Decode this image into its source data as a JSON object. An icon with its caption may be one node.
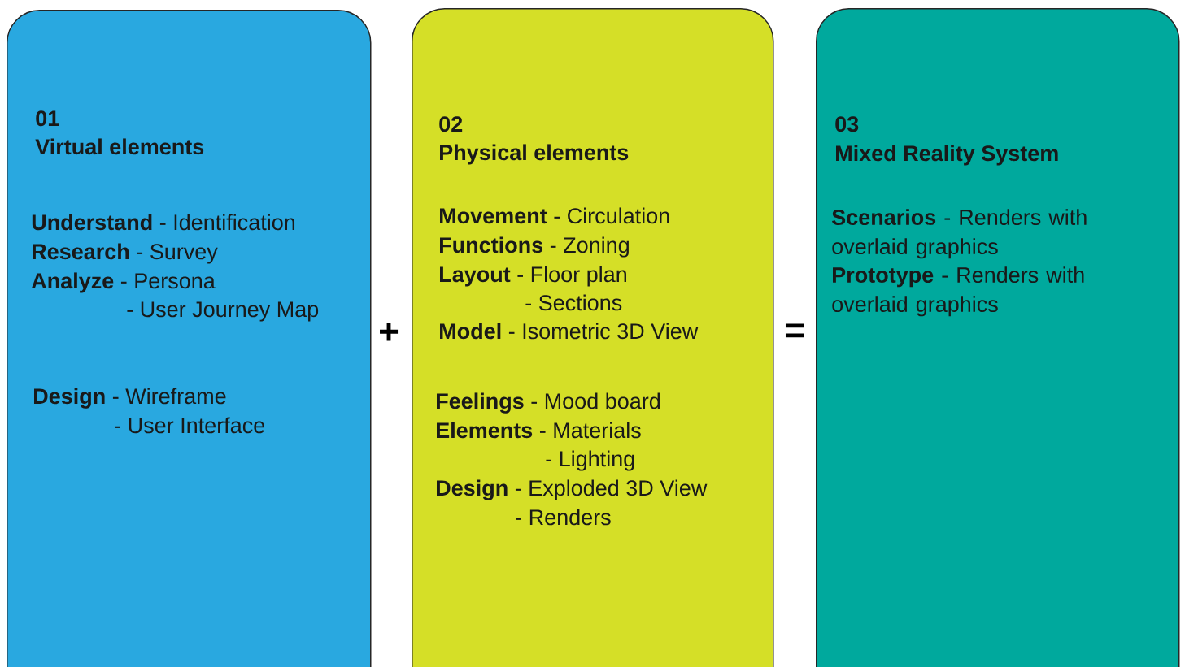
{
  "diagram": {
    "nodes": [
      {
        "text": [
          "01",
          "Virtual elements",
          "**Understand** - Identification",
          "**Research** - Survey",
          "**Analyze** - Persona",
          "- User Journey Map",
          "**Design** - Wireframe",
          "- User Interface"
        ]
      },
      {
        "text": [
          "02",
          "Physical elements",
          "**Movement** - Circulation",
          "**Functions** - Zoning",
          "**Layout** - Floor plan",
          "- Sections",
          "**Model** - Isometric 3D View",
          "**Feelings** - Mood board",
          "**Elements** - Materials",
          "- Lighting",
          "**Design** - Exploded 3D View",
          "- Renders"
        ]
      },
      {
        "text": [
          "03",
          "Mixed Reality System",
          "**Scenarios** - Renders with overlaid graphics",
          "**Prototype** - Renders with overlaid graphics"
        ]
      }
    ],
    "labels": [
      "+",
      "="
    ]
  }
}
